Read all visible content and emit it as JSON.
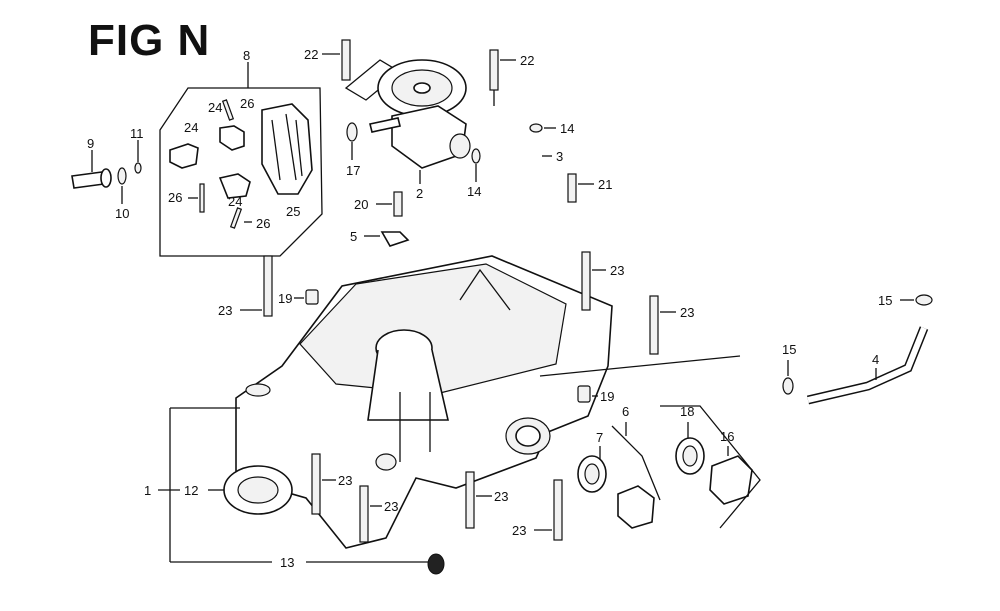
{
  "figure": {
    "title": "FIG N"
  },
  "callouts": [
    {
      "id": "c8",
      "text": "8"
    },
    {
      "id": "c24a",
      "text": "24"
    },
    {
      "id": "c26a",
      "text": "26"
    },
    {
      "id": "c24b",
      "text": "24"
    },
    {
      "id": "c26b",
      "text": "26"
    },
    {
      "id": "c24c",
      "text": "24"
    },
    {
      "id": "c25",
      "text": "25"
    },
    {
      "id": "c26c",
      "text": "26"
    },
    {
      "id": "c9",
      "text": "9"
    },
    {
      "id": "c11",
      "text": "11"
    },
    {
      "id": "c10",
      "text": "10"
    },
    {
      "id": "c22a",
      "text": "22"
    },
    {
      "id": "c22b",
      "text": "22"
    },
    {
      "id": "c17",
      "text": "17"
    },
    {
      "id": "c2",
      "text": "2"
    },
    {
      "id": "c14a",
      "text": "14"
    },
    {
      "id": "c14b",
      "text": "14"
    },
    {
      "id": "c3",
      "text": "3"
    },
    {
      "id": "c21",
      "text": "21"
    },
    {
      "id": "c20",
      "text": "20"
    },
    {
      "id": "c5",
      "text": "5"
    },
    {
      "id": "c23a",
      "text": "23"
    },
    {
      "id": "c19a",
      "text": "19"
    },
    {
      "id": "c23b",
      "text": "23"
    },
    {
      "id": "c23c",
      "text": "23"
    },
    {
      "id": "c15a",
      "text": "15"
    },
    {
      "id": "c15b",
      "text": "15"
    },
    {
      "id": "c4",
      "text": "4"
    },
    {
      "id": "c19b",
      "text": "19"
    },
    {
      "id": "c6",
      "text": "6"
    },
    {
      "id": "c18",
      "text": "18"
    },
    {
      "id": "c16",
      "text": "16"
    },
    {
      "id": "c7",
      "text": "7"
    },
    {
      "id": "c1",
      "text": "1"
    },
    {
      "id": "c12",
      "text": "12"
    },
    {
      "id": "c23d",
      "text": "23"
    },
    {
      "id": "c23e",
      "text": "23"
    },
    {
      "id": "c23f",
      "text": "23"
    },
    {
      "id": "c23g",
      "text": "23"
    },
    {
      "id": "c13",
      "text": "13"
    }
  ]
}
